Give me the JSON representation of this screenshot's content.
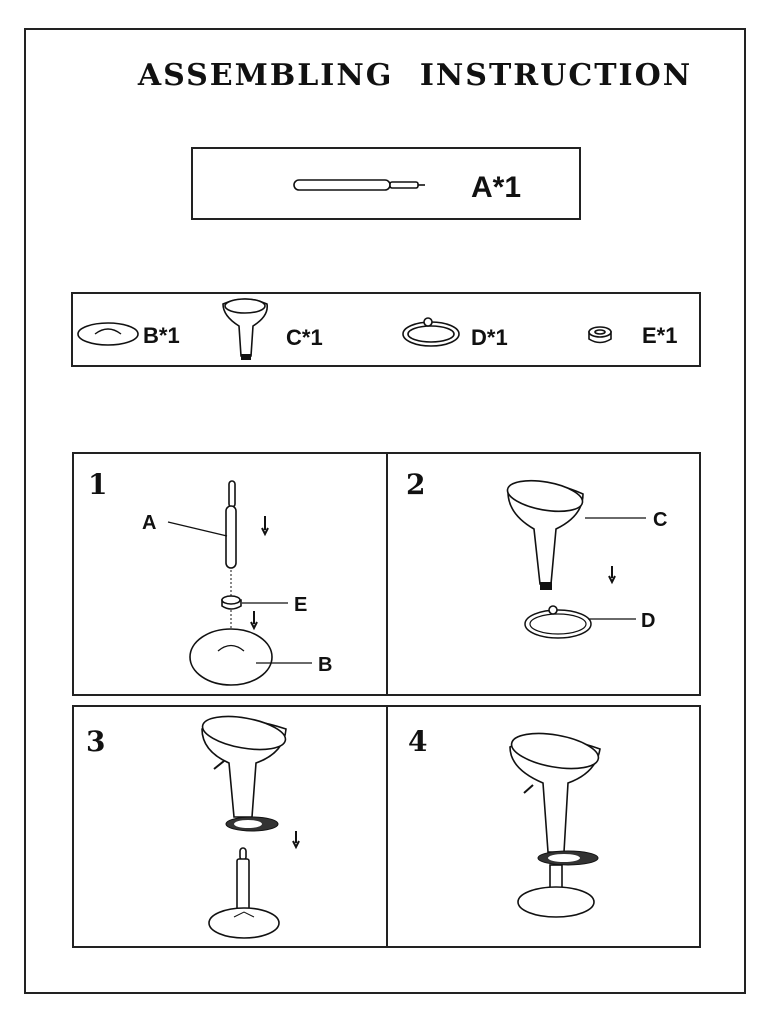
{
  "title": "ASSEMBLING INSTRUCTION",
  "parts": {
    "A": "A*1",
    "B": "B*1",
    "C": "C*1",
    "D": "D*1",
    "E": "E*1"
  },
  "steps": [
    {
      "number": "1",
      "labels": {
        "A": "A",
        "E": "E",
        "B": "B"
      }
    },
    {
      "number": "2",
      "labels": {
        "C": "C",
        "D": "D"
      }
    },
    {
      "number": "3"
    },
    {
      "number": "4"
    }
  ]
}
